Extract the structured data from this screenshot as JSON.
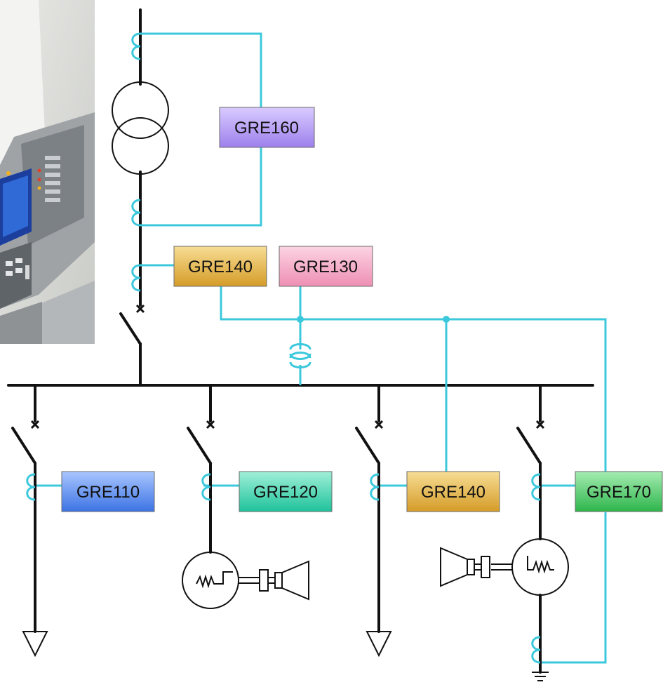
{
  "relays": {
    "gre160": "GRE160",
    "gre140_incomer": "GRE140",
    "gre130": "GRE130",
    "gre110": "GRE110",
    "gre120": "GRE120",
    "gre140_feeder": "GRE140",
    "gre170": "GRE170"
  },
  "colors": {
    "wire": "#111111",
    "control_wire": "#3cc8dc",
    "gre160": "#b59cf0",
    "gre140": "#e6b64a",
    "gre130": "#f2a8c4",
    "gre110": "#5b8ff0",
    "gre120": "#3fd6b0",
    "gre170": "#3fc760"
  },
  "icons": [
    "relay-device-photo",
    "transformer-icon",
    "breaker-icon",
    "current-transformer-icon",
    "voltage-transformer-icon",
    "motor-icon",
    "generator-icon",
    "turbine-icon",
    "load-arrow-icon",
    "ground-icon"
  ]
}
